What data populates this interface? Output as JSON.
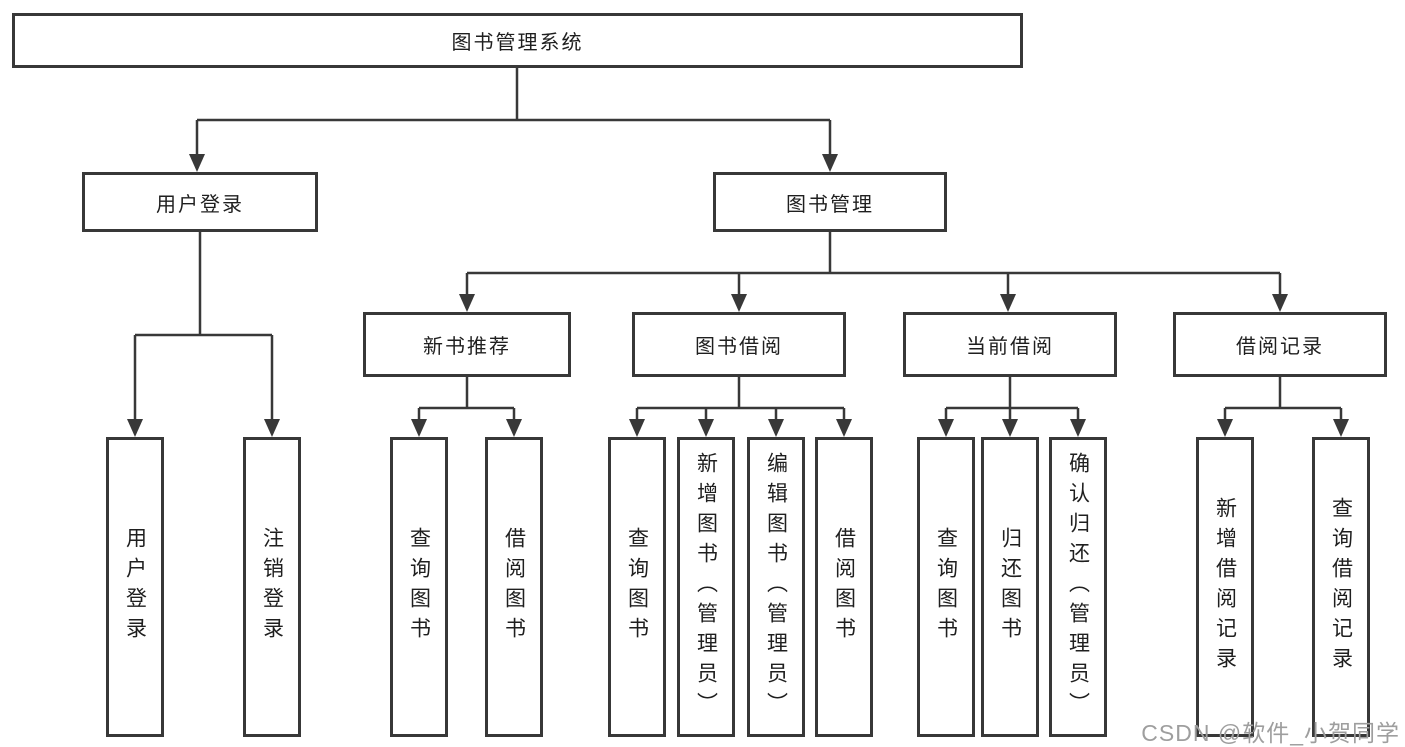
{
  "diagram": {
    "type": "hierarchy-tree",
    "nodes": {
      "root": "图书管理系统",
      "level2": [
        "用户登录",
        "图书管理"
      ],
      "level3": [
        "新书推荐",
        "图书借阅",
        "当前借阅",
        "借阅记录"
      ],
      "leaves": {
        "login": [
          "用户登录",
          "注销登录"
        ],
        "recommend": [
          "查询图书",
          "借阅图书"
        ],
        "borrow": [
          "查询图书",
          "新增图书（管理员）",
          "编辑图书（管理员）",
          "借阅图书"
        ],
        "current": [
          "查询图书",
          "归还图书",
          "确认归还（管理员）"
        ],
        "records": [
          "新增借阅记录",
          "查询借阅记录"
        ]
      }
    },
    "edges": [
      [
        "图书管理系统",
        "用户登录"
      ],
      [
        "图书管理系统",
        "图书管理"
      ],
      [
        "用户登录",
        "用户登录"
      ],
      [
        "用户登录",
        "注销登录"
      ],
      [
        "图书管理",
        "新书推荐"
      ],
      [
        "图书管理",
        "图书借阅"
      ],
      [
        "图书管理",
        "当前借阅"
      ],
      [
        "图书管理",
        "借阅记录"
      ],
      [
        "新书推荐",
        "查询图书"
      ],
      [
        "新书推荐",
        "借阅图书"
      ],
      [
        "图书借阅",
        "查询图书"
      ],
      [
        "图书借阅",
        "新增图书（管理员）"
      ],
      [
        "图书借阅",
        "编辑图书（管理员）"
      ],
      [
        "图书借阅",
        "借阅图书"
      ],
      [
        "当前借阅",
        "查询图书"
      ],
      [
        "当前借阅",
        "归还图书"
      ],
      [
        "当前借阅",
        "确认归还（管理员）"
      ],
      [
        "借阅记录",
        "新增借阅记录"
      ],
      [
        "借阅记录",
        "查询借阅记录"
      ]
    ]
  },
  "watermark": "CSDN @软件_小贺同学",
  "colors": {
    "line": "#383838",
    "box_border": "#383838",
    "text": "#1f1f1f",
    "watermark": "#9e9e9e",
    "background": "#ffffff"
  }
}
